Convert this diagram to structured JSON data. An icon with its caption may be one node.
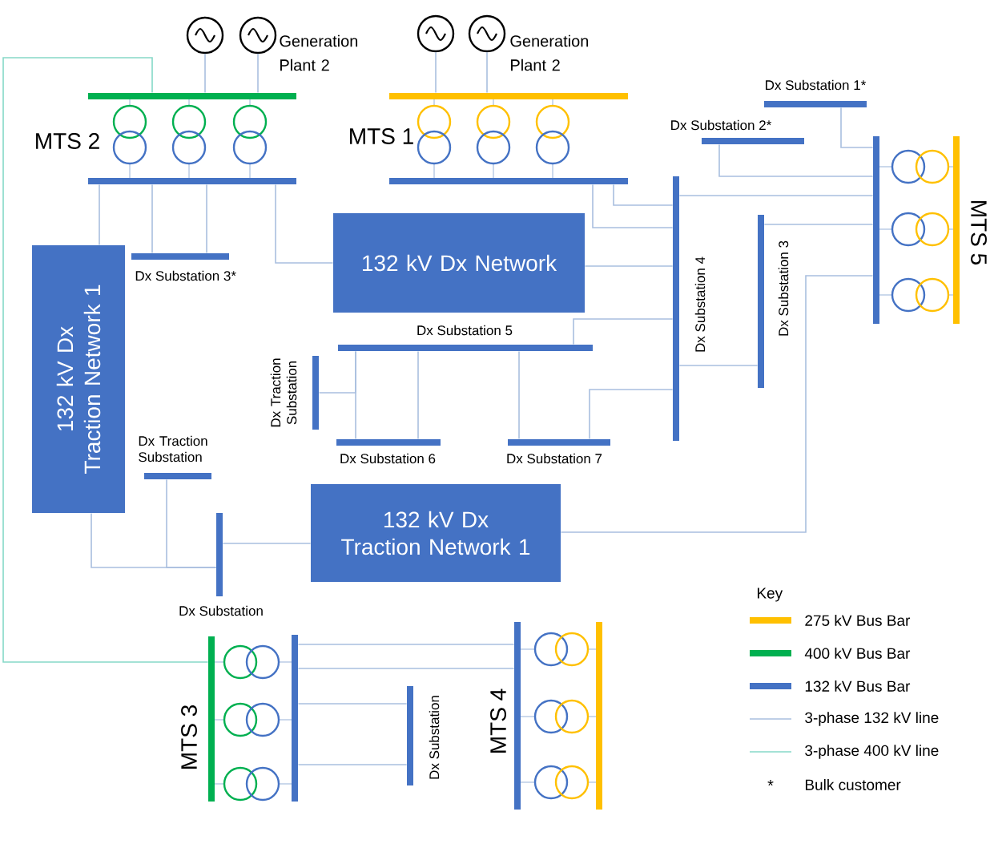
{
  "diagram": {
    "nodes": [
      {
        "text": [],
        "shape": "circle"
      },
      {
        "text": [],
        "shape": "circle",
        "beside": [
          "Generation Plant 2"
        ]
      },
      {
        "text": [],
        "shape": "circle"
      },
      {
        "text": [],
        "shape": "circle",
        "beside": [
          "Generation Plant 2"
        ]
      },
      {
        "text": [],
        "shape": "bar"
      },
      {
        "text": [],
        "shape": "bar"
      },
      {
        "text": [],
        "shape": "bar"
      },
      {
        "text": [],
        "shape": "bar"
      },
      {
        "text": [
          "Dx Substation 1*"
        ]
      },
      {
        "text": [
          "Dx Substation 2*"
        ]
      },
      {
        "text": [],
        "shape": "bar"
      },
      {
        "text": [],
        "shape": "bar",
        "beside": [
          "MTS 5"
        ]
      },
      {
        "text": [
          "Dx Substation 3*"
        ]
      },
      {
        "text": [
          "132 kV Dx Network"
        ]
      },
      {
        "text": [
          "132 kV Dx Traction Network 1"
        ]
      },
      {
        "text": [
          "Dx Substation 4"
        ]
      },
      {
        "text": [
          "Dx Substation 3"
        ]
      },
      {
        "text": [
          "Dx Substation 5"
        ]
      },
      {
        "text": [
          "Dx Traction Substation"
        ]
      },
      {
        "text": [
          "Dx Substation 6"
        ]
      },
      {
        "text": [
          "Dx Substation 7"
        ]
      },
      {
        "text": [
          "Dx Traction Substation"
        ]
      },
      {
        "text": [
          "Dx Substation"
        ]
      },
      {
        "text": [
          "132 kV Dx Traction Network 1"
        ]
      },
      {
        "text": [],
        "shape": "bar",
        "beside": [
          "MTS 3"
        ]
      },
      {
        "text": [],
        "shape": "bar"
      },
      {
        "text": [
          "Dx Substation"
        ]
      },
      {
        "text": [],
        "shape": "bar",
        "beside": [
          "MTS 4"
        ]
      },
      {
        "text": [],
        "shape": "bar"
      }
    ],
    "edges": [
      {
        "from": 0,
        "to": 4,
        "arrow": "none"
      },
      {
        "from": 1,
        "to": 4,
        "arrow": "none"
      },
      {
        "from": 2,
        "to": 5,
        "arrow": "none"
      },
      {
        "from": 3,
        "to": 5,
        "arrow": "none"
      },
      {
        "from": 4,
        "to": 24,
        "arrow": "none",
        "color": "#86d9c8"
      },
      {
        "from": 6,
        "to": 14,
        "arrow": "none"
      },
      {
        "from": 6,
        "to": 12,
        "arrow": "none"
      },
      {
        "from": 6,
        "to": 12,
        "arrow": "none"
      },
      {
        "from": 6,
        "to": 13,
        "arrow": "none"
      },
      {
        "from": 7,
        "to": 15,
        "arrow": "none"
      },
      {
        "from": 7,
        "to": 15,
        "arrow": "none"
      },
      {
        "from": 8,
        "to": 10,
        "arrow": "none"
      },
      {
        "from": 9,
        "to": 10,
        "arrow": "none"
      },
      {
        "from": 15,
        "to": 10,
        "arrow": "none"
      },
      {
        "from": 16,
        "to": 10,
        "arrow": "none"
      },
      {
        "from": 13,
        "to": 15,
        "arrow": "none"
      },
      {
        "from": 15,
        "to": 17,
        "arrow": "none"
      },
      {
        "from": 15,
        "to": 16,
        "arrow": "none"
      },
      {
        "from": 15,
        "to": 20,
        "arrow": "none"
      },
      {
        "from": 10,
        "to": 23,
        "arrow": "none"
      },
      {
        "from": 17,
        "to": 19,
        "arrow": "none"
      },
      {
        "from": 17,
        "to": 18,
        "arrow": "none"
      },
      {
        "from": 17,
        "to": 19,
        "arrow": "none"
      },
      {
        "from": 17,
        "to": 20,
        "arrow": "none"
      },
      {
        "from": 14,
        "to": 22,
        "arrow": "none"
      },
      {
        "from": 21,
        "to": 22,
        "arrow": "none"
      },
      {
        "from": 22,
        "to": 23,
        "arrow": "none"
      },
      {
        "from": 25,
        "to": 27,
        "arrow": "none"
      },
      {
        "from": 25,
        "to": 27,
        "arrow": "none"
      },
      {
        "from": 25,
        "to": 26,
        "arrow": "none"
      },
      {
        "from": 25,
        "to": 26,
        "arrow": "none"
      }
    ],
    "labels": [
      "MTS 2",
      "MTS 1",
      "Key",
      "*"
    ],
    "legend": [
      {
        "text": "275 kV Bus Bar",
        "color": "#ffc000"
      },
      {
        "text": "400 kV Bus Bar",
        "color": "#00b050"
      },
      {
        "text": "132 kV Bus Bar",
        "color": "#4472c4"
      },
      {
        "text": "3-phase 132 kV line"
      },
      {
        "text": "3-phase 400 kV line"
      },
      {
        "text": "Bulk customer"
      }
    ]
  }
}
